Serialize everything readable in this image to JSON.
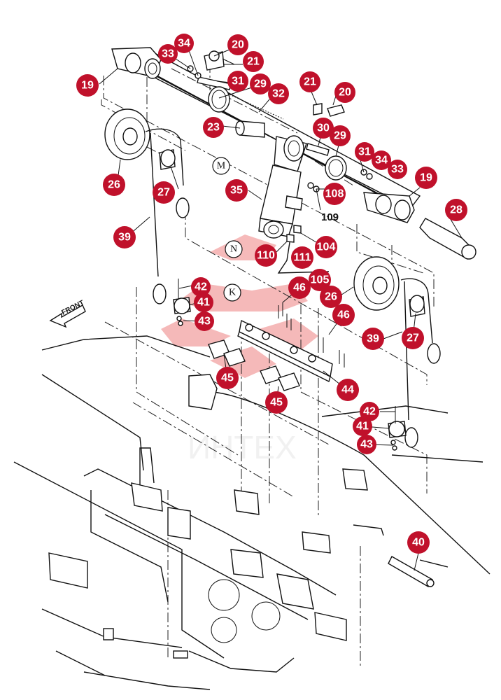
{
  "diagram": {
    "front_label": "FRONT",
    "watermark_text": "ИНТЕХ",
    "plain_label_109": "109",
    "letters": [
      "M",
      "N",
      "K"
    ],
    "callouts": [
      {
        "id": "19a",
        "label": "19"
      },
      {
        "id": "33a",
        "label": "33"
      },
      {
        "id": "34a",
        "label": "34"
      },
      {
        "id": "20a",
        "label": "20"
      },
      {
        "id": "21a",
        "label": "21"
      },
      {
        "id": "31a",
        "label": "31"
      },
      {
        "id": "29a",
        "label": "29"
      },
      {
        "id": "32",
        "label": "32"
      },
      {
        "id": "23",
        "label": "23"
      },
      {
        "id": "21b",
        "label": "21"
      },
      {
        "id": "20b",
        "label": "20"
      },
      {
        "id": "30",
        "label": "30"
      },
      {
        "id": "29b",
        "label": "29"
      },
      {
        "id": "31b",
        "label": "31"
      },
      {
        "id": "34b",
        "label": "34"
      },
      {
        "id": "33b",
        "label": "33"
      },
      {
        "id": "19b",
        "label": "19"
      },
      {
        "id": "26a",
        "label": "26"
      },
      {
        "id": "27a",
        "label": "27"
      },
      {
        "id": "35",
        "label": "35"
      },
      {
        "id": "108",
        "label": "108"
      },
      {
        "id": "28",
        "label": "28"
      },
      {
        "id": "39a",
        "label": "39"
      },
      {
        "id": "104",
        "label": "104"
      },
      {
        "id": "110",
        "label": "110"
      },
      {
        "id": "111",
        "label": "111"
      },
      {
        "id": "105",
        "label": "105"
      },
      {
        "id": "42a",
        "label": "42"
      },
      {
        "id": "41a",
        "label": "41"
      },
      {
        "id": "43a",
        "label": "43"
      },
      {
        "id": "46a",
        "label": "46"
      },
      {
        "id": "26b",
        "label": "26"
      },
      {
        "id": "46b",
        "label": "46"
      },
      {
        "id": "39b",
        "label": "39"
      },
      {
        "id": "27b",
        "label": "27"
      },
      {
        "id": "45a",
        "label": "45"
      },
      {
        "id": "44",
        "label": "44"
      },
      {
        "id": "45b",
        "label": "45"
      },
      {
        "id": "42b",
        "label": "42"
      },
      {
        "id": "41b",
        "label": "41"
      },
      {
        "id": "43b",
        "label": "43"
      },
      {
        "id": "40",
        "label": "40"
      }
    ]
  }
}
